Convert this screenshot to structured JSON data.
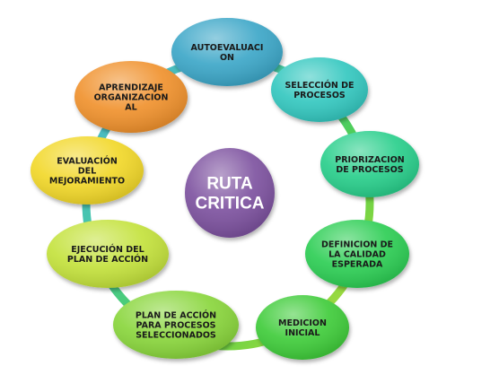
{
  "center": {
    "lines": [
      "RUTA",
      "CRITICA"
    ],
    "color": "#7e52a0"
  },
  "nodes": [
    {
      "id": "autoevaluacion",
      "lines": [
        "AUTOEVALUACI",
        "ON"
      ],
      "color": "#3ca7c8"
    },
    {
      "id": "seleccion",
      "lines": [
        "SELECCIÓN DE",
        "PROCESOS"
      ],
      "color": "#34c8c0"
    },
    {
      "id": "priorizacion",
      "lines": [
        "PRIORIZACION",
        "DE PROCESOS"
      ],
      "color": "#2ccf8c"
    },
    {
      "id": "definicion",
      "lines": [
        "DEFINICION DE",
        "LA CALIDAD",
        "ESPERADA"
      ],
      "color": "#2ece55"
    },
    {
      "id": "medicion",
      "lines": [
        "MEDICION",
        "INICIAL"
      ],
      "color": "#3fcc3a"
    },
    {
      "id": "plan-accion-procesos",
      "lines": [
        "PLAN DE ACCIÓN",
        "PARA PROCESOS",
        "SELECCIONADOS"
      ],
      "color": "#8ad63d"
    },
    {
      "id": "ejecucion",
      "lines": [
        "EJECUCIÓN DEL",
        "PLAN DE ACCIÓN"
      ],
      "color": "#c4e23c"
    },
    {
      "id": "evaluacion",
      "lines": [
        "EVALUACIÓN",
        "DEL",
        "MEJORAMIENTO"
      ],
      "color": "#f2d82c"
    },
    {
      "id": "aprendizaje",
      "lines": [
        "APRENDIZAJE",
        "ORGANIZACION",
        "AL"
      ],
      "color": "#f0922e"
    }
  ]
}
